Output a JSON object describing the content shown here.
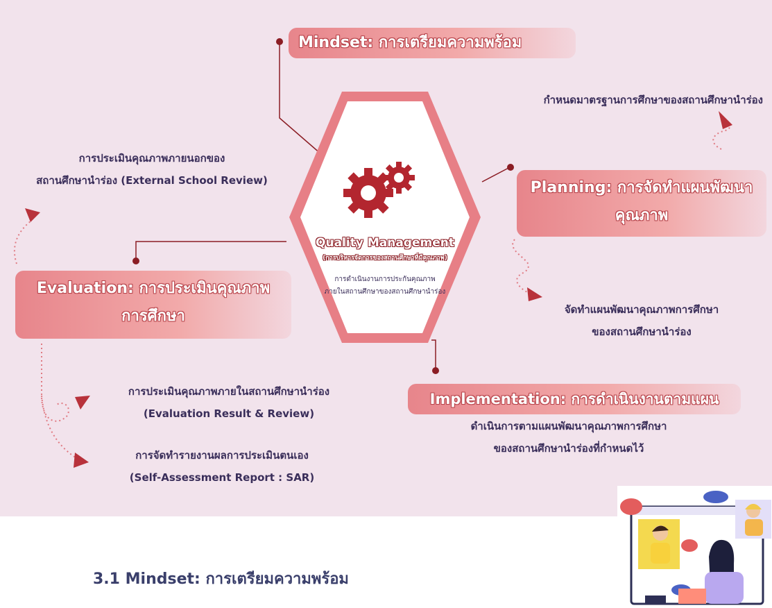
{
  "diagram": {
    "mindset": {
      "label": "Mindset: การเตรียมความพร้อม"
    },
    "standard_text": "กำหนดมาตรฐานการศึกษาของสถานศึกษานำร่อง",
    "planning": {
      "label_line1": "Planning: การจัดทำแผนพัฒนา",
      "label_line2": "คุณภาพ"
    },
    "planning_text": {
      "line1": "จัดทำแผนพัฒนาคุณภาพการศึกษา",
      "line2": "ของสถานศึกษานำร่อง"
    },
    "implementation": {
      "label": "Implementation: การดำเนินงานตามแผน"
    },
    "implementation_text": {
      "line1": "ดำเนินการตามแผนพัฒนาคุณภาพการศึกษา",
      "line2": "ของสถานศึกษานำร่องที่กำหนดไว้"
    },
    "evaluation": {
      "label_line1": "Evaluation: การประเมินคุณภาพ",
      "label_line2": "การศึกษา"
    },
    "evaluation_text_1": {
      "line1": "การประเมินคุณภาพภายในสถานศึกษานำร่อง",
      "line2": "(Evaluation Result & Review)"
    },
    "evaluation_text_2": {
      "line1": "การจัดทำรายงานผลการประเมินตนเอง",
      "line2": "(Self-Assessment Report : SAR)"
    },
    "external_text": {
      "line1": "การประเมินคุณภาพภายนอกของ",
      "line2": "สถานศึกษานำร่อง (External School Review)"
    },
    "center": {
      "title": "Quality Management",
      "subtitle": "(การบริหารจัดการของสถานศึกษาที่มีคุณภาพ)",
      "desc_line1": "การดำเนินงานการประกันคุณภาพ",
      "desc_line2": "ภายในสถานศึกษาของสถานศึกษานำร่อง"
    }
  },
  "section_heading": "3.1 Mindset: การเตรียมความพร้อม",
  "colors": {
    "panel_bg": "#f2e3ec",
    "accent_red": "#b8323b",
    "pill_pink": "#e7858b",
    "text_dark": "#3a2e5a"
  }
}
